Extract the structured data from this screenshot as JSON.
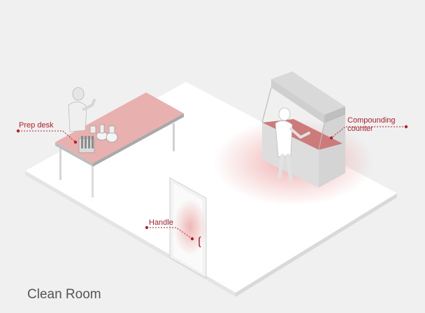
{
  "title": "Clean Room",
  "callouts": {
    "prep_desk": "Prep desk",
    "handle": "Handle",
    "compounding_counter": "Compounding\ncounter"
  },
  "colors": {
    "background": "#f0f0f0",
    "floor": "#ffffff",
    "accent": "#b3202a",
    "highlight": "#e8a6a6",
    "title_text": "#555555"
  }
}
